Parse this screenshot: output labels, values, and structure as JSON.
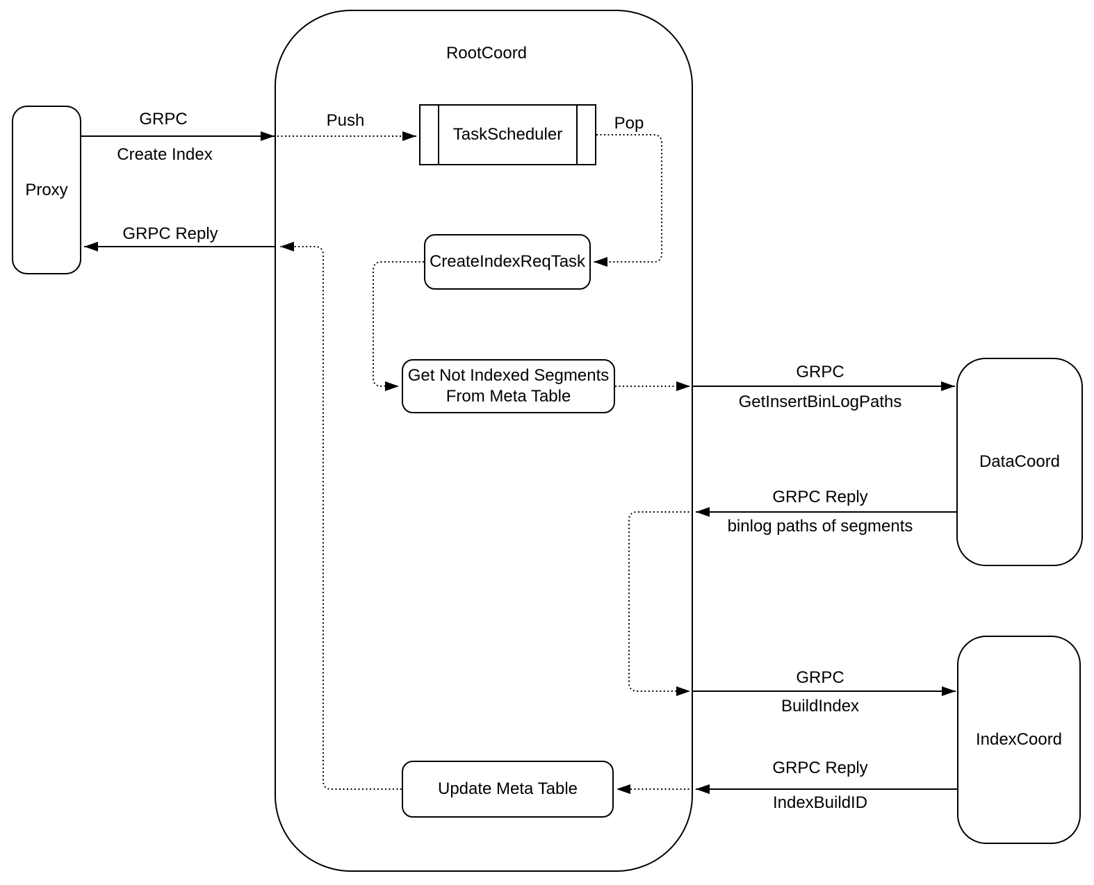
{
  "colors": {
    "stroke": "#000000",
    "background": "#ffffff"
  },
  "nodes": {
    "proxy": "Proxy",
    "root_coord": "RootCoord",
    "task_scheduler": "TaskScheduler",
    "create_index_req_task": "CreateIndexReqTask",
    "get_not_indexed_segments": [
      "Get Not Indexed Segments",
      "From Meta Table"
    ],
    "update_meta_table": "Update Meta Table",
    "data_coord": "DataCoord",
    "index_coord": "IndexCoord"
  },
  "edges": {
    "create_index": {
      "protocol": "GRPC",
      "message": "Create Index"
    },
    "grpc_reply_to_proxy": {
      "protocol": "GRPC Reply"
    },
    "push": {
      "action": "Push"
    },
    "pop": {
      "action": "Pop"
    },
    "get_insert_binlog_paths": {
      "protocol": "GRPC",
      "message": "GetInsertBinLogPaths"
    },
    "binlog_paths_reply": {
      "protocol": "GRPC Reply",
      "message": "binlog paths of segments"
    },
    "build_index": {
      "protocol": "GRPC",
      "message": "BuildIndex"
    },
    "index_build_id_reply": {
      "protocol": "GRPC Reply",
      "message": "IndexBuildID"
    }
  }
}
